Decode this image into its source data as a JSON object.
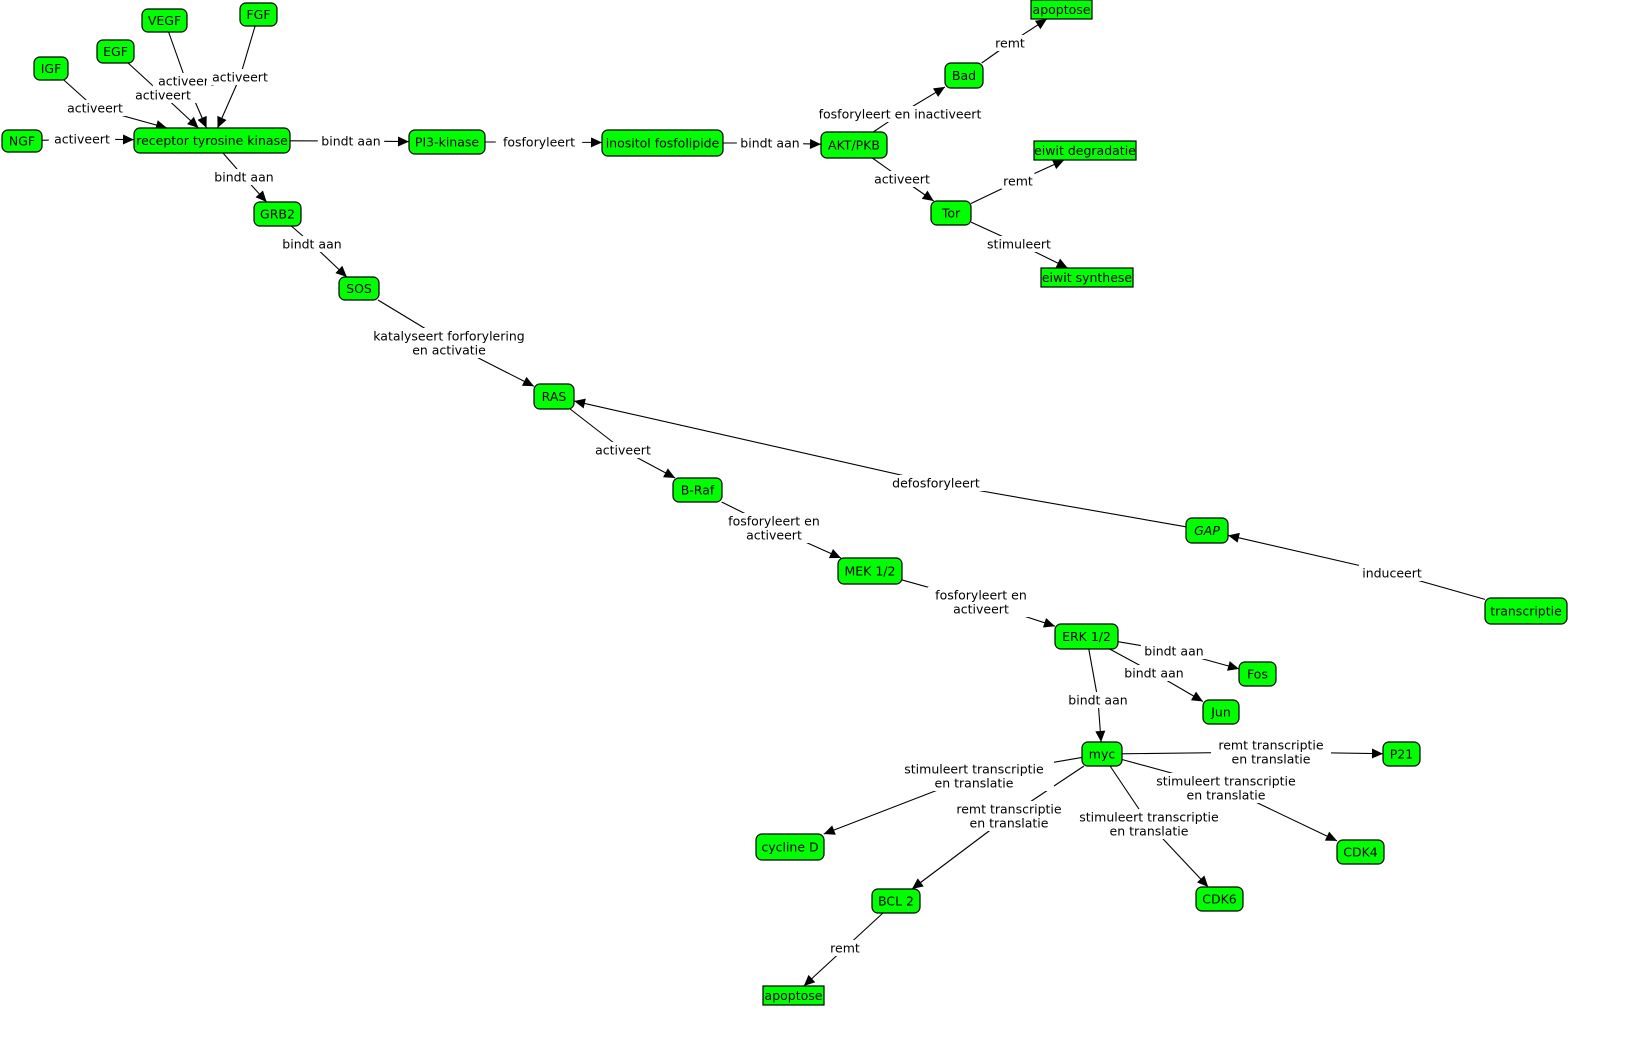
{
  "nodes": [
    {
      "id": "ngf",
      "label": "NGF",
      "shape": "rounded"
    },
    {
      "id": "igf",
      "label": "IGF",
      "shape": "rounded"
    },
    {
      "id": "egf",
      "label": "EGF",
      "shape": "rounded"
    },
    {
      "id": "vegf",
      "label": "VEGF",
      "shape": "rounded"
    },
    {
      "id": "fgf",
      "label": "FGF",
      "shape": "rounded"
    },
    {
      "id": "rtk",
      "label": "receptor tyrosine kinase",
      "shape": "rounded"
    },
    {
      "id": "grb2",
      "label": "GRB2",
      "shape": "rounded"
    },
    {
      "id": "sos",
      "label": "SOS",
      "shape": "rounded"
    },
    {
      "id": "pi3k",
      "label": "PI3-kinase",
      "shape": "rounded"
    },
    {
      "id": "inositol",
      "label": "inositol fosfolipide",
      "shape": "rounded"
    },
    {
      "id": "akt",
      "label": "AKT/PKB",
      "shape": "rounded"
    },
    {
      "id": "bad",
      "label": "Bad",
      "shape": "rounded"
    },
    {
      "id": "apoptose1",
      "label": "apoptose",
      "shape": "rect"
    },
    {
      "id": "tor",
      "label": "Tor",
      "shape": "rounded"
    },
    {
      "id": "eiwitdeg",
      "label": "eiwit degradatie",
      "shape": "rect"
    },
    {
      "id": "eiwitsyn",
      "label": "eiwit synthese",
      "shape": "rect"
    },
    {
      "id": "ras",
      "label": "RAS",
      "shape": "rounded"
    },
    {
      "id": "braf",
      "label": "B-Raf",
      "shape": "rounded"
    },
    {
      "id": "mek",
      "label": "MEK 1/2",
      "shape": "rounded"
    },
    {
      "id": "gap",
      "label": "GAP",
      "shape": "rounded",
      "italic": true
    },
    {
      "id": "transcriptie",
      "label": "transcriptie",
      "shape": "rounded"
    },
    {
      "id": "erk",
      "label": "ERK 1/2",
      "shape": "rounded"
    },
    {
      "id": "fos",
      "label": "Fos",
      "shape": "rounded"
    },
    {
      "id": "jun",
      "label": "Jun",
      "shape": "rounded"
    },
    {
      "id": "myc",
      "label": "myc",
      "shape": "rounded"
    },
    {
      "id": "p21",
      "label": "P21",
      "shape": "rounded"
    },
    {
      "id": "cyclined",
      "label": "cycline D",
      "shape": "rounded"
    },
    {
      "id": "cdk4",
      "label": "CDK4",
      "shape": "rounded"
    },
    {
      "id": "cdk6",
      "label": "CDK6",
      "shape": "rounded"
    },
    {
      "id": "bcl2",
      "label": "BCL 2",
      "shape": "rounded"
    },
    {
      "id": "apoptose2",
      "label": "apoptose",
      "shape": "rect"
    }
  ],
  "edges": [
    {
      "from": "ngf",
      "to": "rtk",
      "label": [
        "activeert"
      ]
    },
    {
      "from": "igf",
      "to": "rtk",
      "label": [
        "activeert"
      ]
    },
    {
      "from": "egf",
      "to": "rtk",
      "label": [
        "activeert"
      ]
    },
    {
      "from": "vegf",
      "to": "rtk",
      "label": [
        "activeert"
      ]
    },
    {
      "from": "fgf",
      "to": "rtk",
      "label": [
        "activeert"
      ]
    },
    {
      "from": "rtk",
      "to": "pi3k",
      "label": [
        "bindt aan"
      ]
    },
    {
      "from": "pi3k",
      "to": "inositol",
      "label": [
        "fosforyleert"
      ]
    },
    {
      "from": "inositol",
      "to": "akt",
      "label": [
        "bindt aan"
      ]
    },
    {
      "from": "akt",
      "to": "bad",
      "label": [
        "fosforyleert en inactiveert"
      ]
    },
    {
      "from": "bad",
      "to": "apoptose1",
      "label": [
        "remt"
      ]
    },
    {
      "from": "akt",
      "to": "tor",
      "label": [
        "activeert"
      ]
    },
    {
      "from": "tor",
      "to": "eiwitdeg",
      "label": [
        "remt"
      ]
    },
    {
      "from": "tor",
      "to": "eiwitsyn",
      "label": [
        "stimuleert"
      ]
    },
    {
      "from": "rtk",
      "to": "grb2",
      "label": [
        "bindt aan"
      ]
    },
    {
      "from": "grb2",
      "to": "sos",
      "label": [
        "bindt aan"
      ]
    },
    {
      "from": "sos",
      "to": "ras",
      "label": [
        "katalyseert forforylering",
        "en activatie"
      ]
    },
    {
      "from": "ras",
      "to": "braf",
      "label": [
        "activeert"
      ]
    },
    {
      "from": "gap",
      "to": "ras",
      "label": [
        "defosforyleert"
      ]
    },
    {
      "from": "transcriptie",
      "to": "gap",
      "label": [
        "induceert"
      ]
    },
    {
      "from": "braf",
      "to": "mek",
      "label": [
        "fosforyleert en",
        "activeert"
      ]
    },
    {
      "from": "mek",
      "to": "erk",
      "label": [
        "fosforyleert en",
        "activeert"
      ]
    },
    {
      "from": "erk",
      "to": "fos",
      "label": [
        "bindt aan"
      ]
    },
    {
      "from": "erk",
      "to": "jun",
      "label": [
        "bindt aan"
      ]
    },
    {
      "from": "erk",
      "to": "myc",
      "label": [
        "bindt aan"
      ]
    },
    {
      "from": "myc",
      "to": "p21",
      "label": [
        "remt transcriptie",
        "en translatie"
      ]
    },
    {
      "from": "myc",
      "to": "cyclined",
      "label": [
        "stimuleert transcriptie",
        "en translatie"
      ]
    },
    {
      "from": "myc",
      "to": "cdk4",
      "label": [
        "stimuleert transcriptie",
        "en translatie"
      ]
    },
    {
      "from": "myc",
      "to": "cdk6",
      "label": [
        "stimuleert transcriptie",
        "en translatie"
      ]
    },
    {
      "from": "myc",
      "to": "bcl2",
      "label": [
        "remt transcriptie",
        "en translatie"
      ]
    },
    {
      "from": "bcl2",
      "to": "apoptose2",
      "label": [
        "remt"
      ]
    }
  ],
  "colors": {
    "node_fill": "#00ff00",
    "node_stroke": "#000000",
    "edge": "#000000",
    "background": "#ffffff"
  }
}
